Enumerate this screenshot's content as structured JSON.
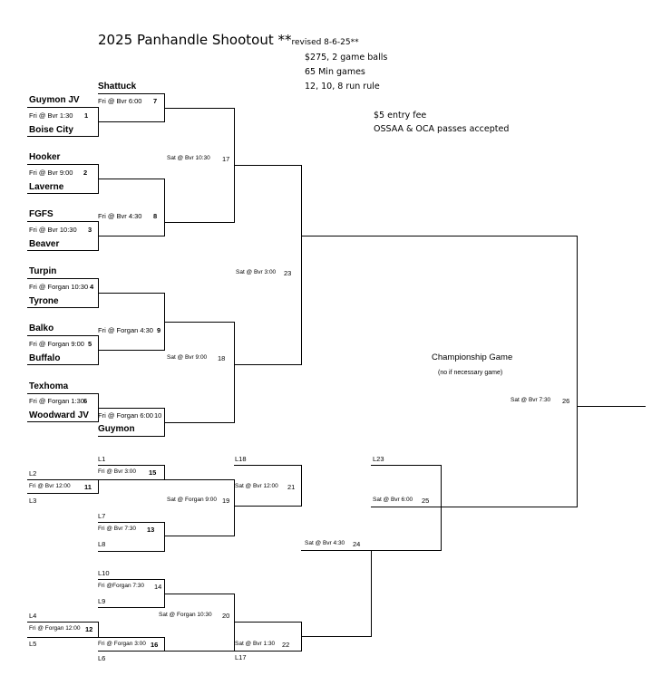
{
  "header": {
    "title": "2025 Panhandle Shootout **",
    "revised": "revised  8-6-25**",
    "rules": [
      "$275, 2 game balls",
      "65 Min games",
      "12, 10, 8 run rule"
    ],
    "fees": [
      "$5 entry fee",
      "OSSAA & OCA passes accepted"
    ]
  },
  "championship": {
    "title": "Championship Game",
    "note": "(no if necessary game)",
    "game": "Sat @ Bvr 7:30",
    "num": "26"
  },
  "teams": {
    "shattuck": "Shattuck",
    "guymon_jv": "Guymon JV",
    "boise_city": "Boise City",
    "hooker": "Hooker",
    "laverne": "Laverne",
    "fgfs": "FGFS",
    "beaver": "Beaver",
    "turpin": "Turpin",
    "tyrone": "Tyrone",
    "balko": "Balko",
    "buffalo": "Buffalo",
    "texhoma": "Texhoma",
    "woodward_jv": "Woodward JV",
    "guymon": "Guymon"
  },
  "winners": {
    "g1": {
      "time": "Fri @ Bvr 1:30",
      "num": "1"
    },
    "g2": {
      "time": "Fri @ Bvr 9:00",
      "num": "2"
    },
    "g3": {
      "time": "Fri @ Bvr 10:30",
      "num": "3"
    },
    "g4": {
      "time": "Fri @ Forgan 10:30",
      "num": "4"
    },
    "g5": {
      "time": "Fri @ Forgan 9:00",
      "num": "5"
    },
    "g6": {
      "time": "Fri @ Forgan 1:30",
      "num": "6"
    },
    "g7": {
      "time": "Fri @ Bvr 6:00",
      "num": "7"
    },
    "g8": {
      "time": "Fri @ Bvr 4:30",
      "num": "8"
    },
    "g9": {
      "time": "Fri @ Forgan 4:30",
      "num": "9"
    },
    "g10": {
      "time": "Fri @ Forgan 6:00",
      "num": "10"
    },
    "g17": {
      "time": "Sat @ Bvr 10:30",
      "num": "17"
    },
    "g18": {
      "time": "Sat @ Bvr 9:00",
      "num": "18"
    },
    "g23": {
      "time": "Sat @ Bvr 3:00",
      "num": "23"
    }
  },
  "consolation": {
    "labels": {
      "L1": "L1",
      "L2": "L2",
      "L3": "L3",
      "L4": "L4",
      "L5": "L5",
      "L6": "L6",
      "L7": "L7",
      "L8": "L8",
      "L9": "L9",
      "L10": "L10",
      "L17": "L17",
      "L18": "L18",
      "L23": "L23"
    },
    "g11": {
      "time": "Fri @ Bvr 12:00",
      "num": "11"
    },
    "g12": {
      "time": "Fri @ Forgan  12:00",
      "num": "12"
    },
    "g13": {
      "time": "Fri @ Bvr 7:30",
      "num": "13"
    },
    "g14": {
      "time": "Fri @Forgan 7:30",
      "num": "14"
    },
    "g15": {
      "time": "Fri @ Bvr 3:00",
      "num": "15"
    },
    "g16": {
      "time": "Fri @ Forgan 3:00",
      "num": "16"
    },
    "g19": {
      "time": "Sat @ Forgan 9:00",
      "num": "19"
    },
    "g20": {
      "time": "Sat @ Forgan 10:30",
      "num": "20"
    },
    "g21": {
      "time": "Sat @ Bvr 12:00",
      "num": "21"
    },
    "g22": {
      "time": "Sat @ Bvr 1:30",
      "num": "22"
    },
    "g24": {
      "time": "Sat @ Bvr 4:30",
      "num": "24"
    },
    "g25": {
      "time": "Sat @ Bvr 6:00",
      "num": "25"
    }
  }
}
